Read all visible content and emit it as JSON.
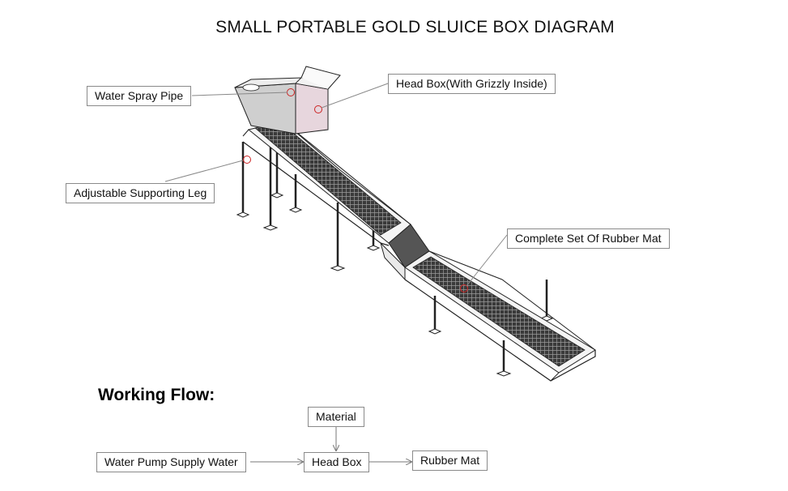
{
  "title": "SMALL PORTABLE GOLD SLUICE BOX DIAGRAM",
  "callouts": {
    "water_spray_pipe": "Water Spray Pipe",
    "head_box": "Head Box(With Grizzly Inside)",
    "supporting_leg": "Adjustable Supporting Leg",
    "rubber_mat": "Complete Set Of Rubber Mat"
  },
  "working_flow": {
    "heading": "Working Flow:",
    "material": "Material",
    "water_pump": "Water Pump Supply Water",
    "head_box": "Head Box",
    "rubber_mat": "Rubber Mat"
  },
  "colors": {
    "line": "#222222",
    "leader": "#888888",
    "marker": "#cc2222",
    "headbox_fill": "#cfcfcf",
    "headbox_pink": "#e7d6dd",
    "mat": "#333333"
  }
}
